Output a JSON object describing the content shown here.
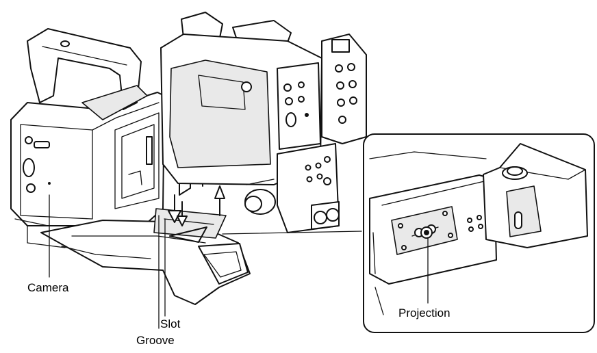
{
  "labels": {
    "camera": "Camera",
    "slot": "Slot",
    "groove": "Groove",
    "projection": "Projection"
  }
}
